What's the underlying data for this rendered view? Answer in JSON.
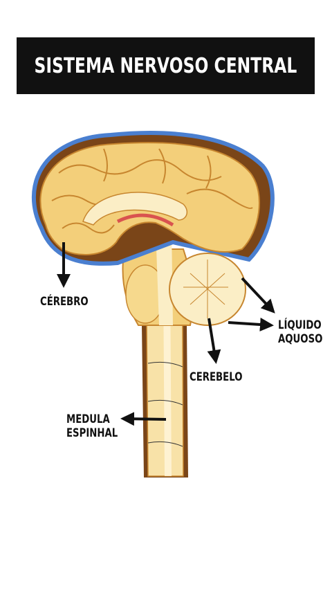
{
  "title": "SISTEMA NERVOSO CENTRAL",
  "labels": {
    "cerebro": "CÉREBRO",
    "cerebelo": "CEREBELO",
    "liquido_line1": "LÍQUIDO",
    "liquido_line2": "AQUOSO",
    "medula_line1": "MEDULA",
    "medula_line2": "ESPINHAL"
  },
  "colors": {
    "title_bg": "#111111",
    "title_text": "#ffffff",
    "brain_fill": "#f3cf7a",
    "brain_outline": "#c7862f",
    "meninges": "#4a7fd0",
    "dura_brown": "#7a4518",
    "cerebellum_fill": "#fbeec6",
    "spinal_fill": "#f8e2a8",
    "arrow": "#111111"
  },
  "icons": [
    "arrow-down-icon",
    "arrow-right-icon",
    "arrow-left-icon"
  ]
}
